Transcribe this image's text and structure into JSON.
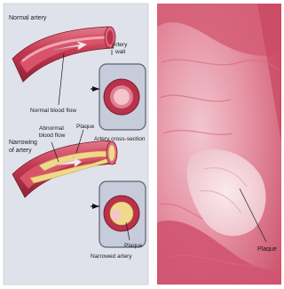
{
  "diagram": {
    "labels": {
      "normal_artery": "Normal artery",
      "artery_wall_1": "Artery",
      "artery_wall_2": "wall",
      "normal_blood_flow": "Normal blood flow",
      "artery_cross_section": "Artery cross-section",
      "narrowing_1": "Narrowing",
      "narrowing_2": "of artery",
      "abnormal_flow_1": "Abnormal",
      "abnormal_flow_2": "blood flow",
      "plaque_top": "Plaque",
      "plaque_inset": "Plaque",
      "narrowed_artery": "Narrowed artery"
    },
    "colors": {
      "panel_bg": "#dfe2ea",
      "artery_outer": "#b8324b",
      "artery_lumen": "#d9546a",
      "artery_highlight": "#f2a5b3",
      "plaque": "#efd98a",
      "plaque_edge": "#c9a94a"
    }
  },
  "micrograph": {
    "label_plaque": "Plaque",
    "colors": {
      "tissue_dark": "#c94660",
      "tissue_mid": "#e07f92",
      "tissue_light": "#f1b5c1",
      "plaque_pale": "#f6dfe2"
    }
  }
}
